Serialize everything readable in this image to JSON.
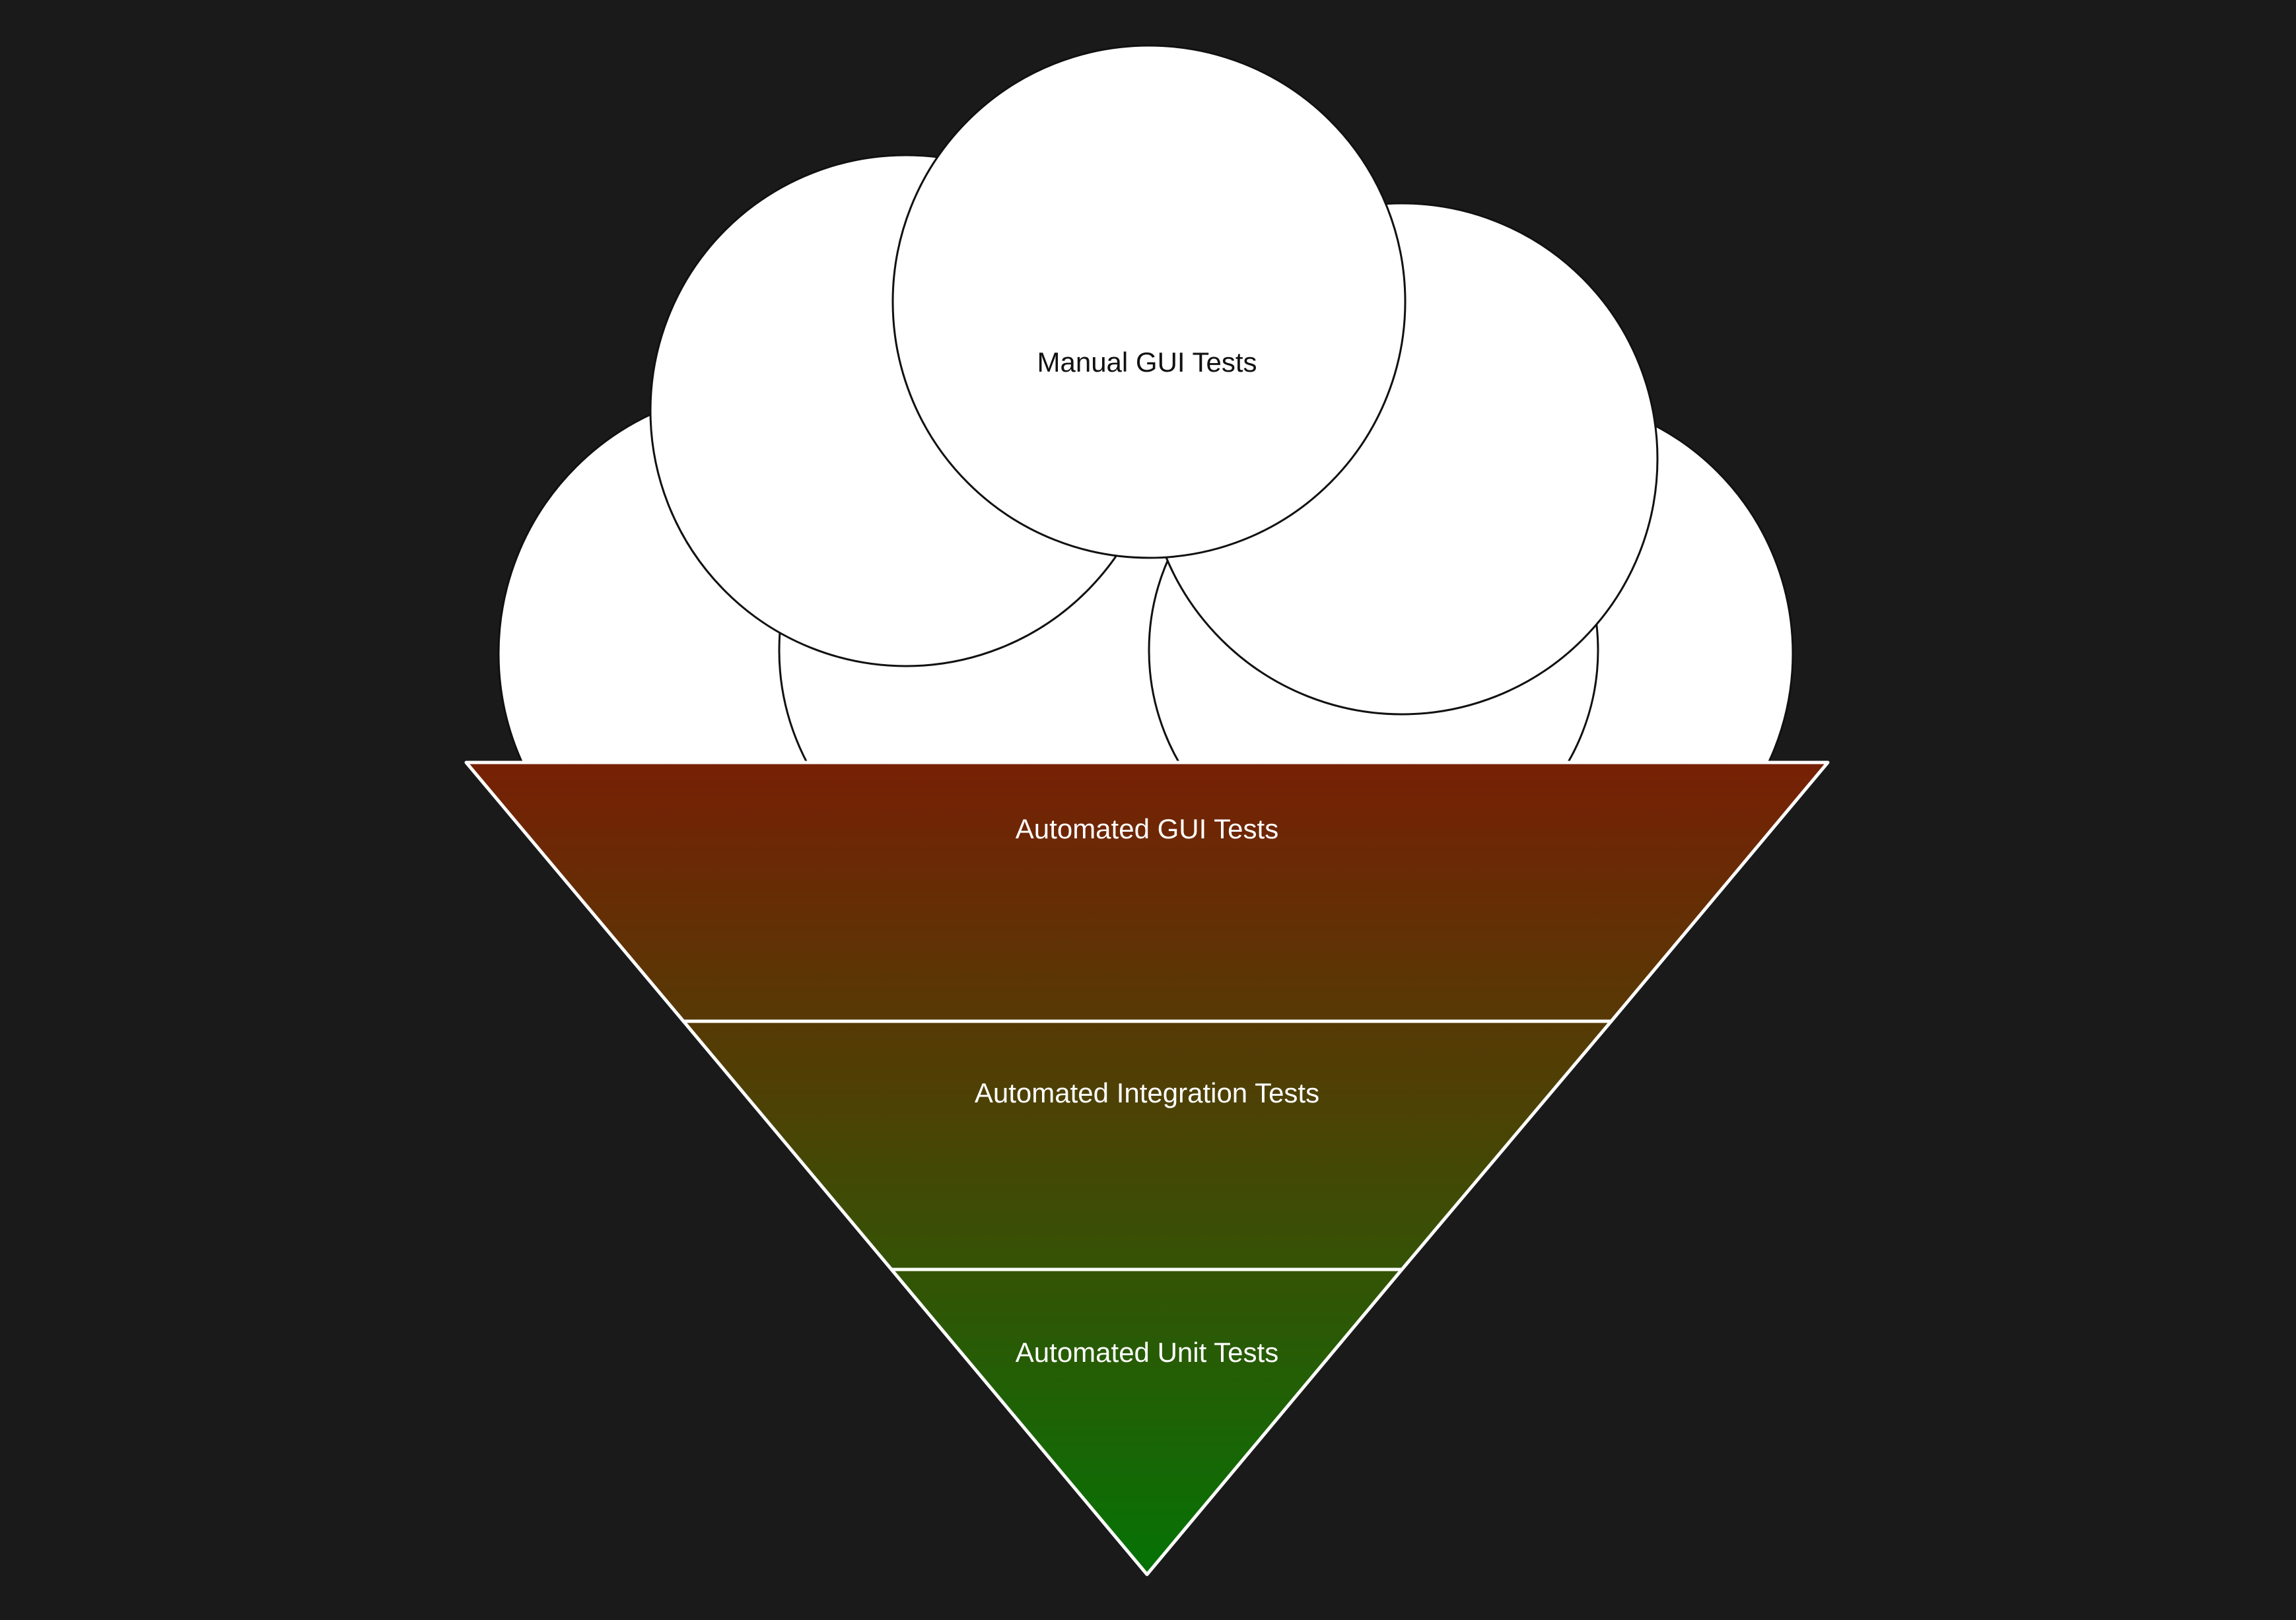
{
  "diagram": {
    "title": "",
    "labels": {
      "manual_gui": "Manual GUI Tests",
      "automated_gui": "Automated GUI Tests",
      "automated_integration": "Automated Integration Tests",
      "automated_unit": "Automated Unit Tests"
    }
  },
  "colors": {
    "background": "#1a1a1a",
    "scoop_fill": "#ffffff",
    "scoop_stroke": "#111111",
    "cone_top": "#772005",
    "cone_middle": "#4a4405",
    "cone_bottom": "#057305",
    "cone_outline": "#ffffff",
    "cone_text": "#ffffff",
    "scoop_text": "#111111"
  }
}
